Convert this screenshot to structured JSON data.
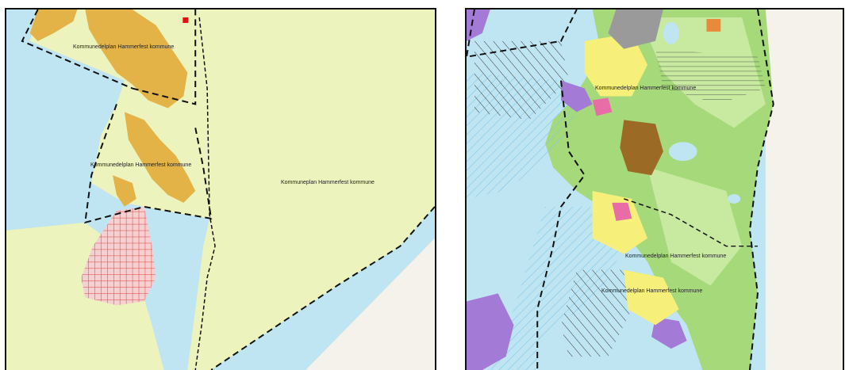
{
  "maps": {
    "left": {
      "labels": {
        "plan_north": "Kommunedelplan Hammerfest kommune",
        "plan_middle": "Kommunedelplan Hammerfest kommune",
        "plan_east": "Kommuneplan Hammerfest kommune"
      }
    },
    "right": {
      "labels": {
        "plan_lower": "Kommunedelplan Hammerfest kommune",
        "plan_upper": "Kommunedelplan Hammerfest kommune",
        "plan_middle": "Kommunedelplan Hammerfest kommune"
      }
    }
  },
  "colors": {
    "sea": "#bfe4f2",
    "land": "#ecf3bd",
    "plan_area": "#ecf3bd",
    "zone_orange": "#e3b347",
    "zone_green": "#a5d97a",
    "zone_purple": "#a37ad6",
    "zone_brown": "#9b6a25",
    "zone_yellow": "#f6ef7a",
    "zone_pink": "#e86ca5",
    "zone_grey": "#9a9a9a",
    "grid_red": "#d94040",
    "boundary": "#111111"
  }
}
